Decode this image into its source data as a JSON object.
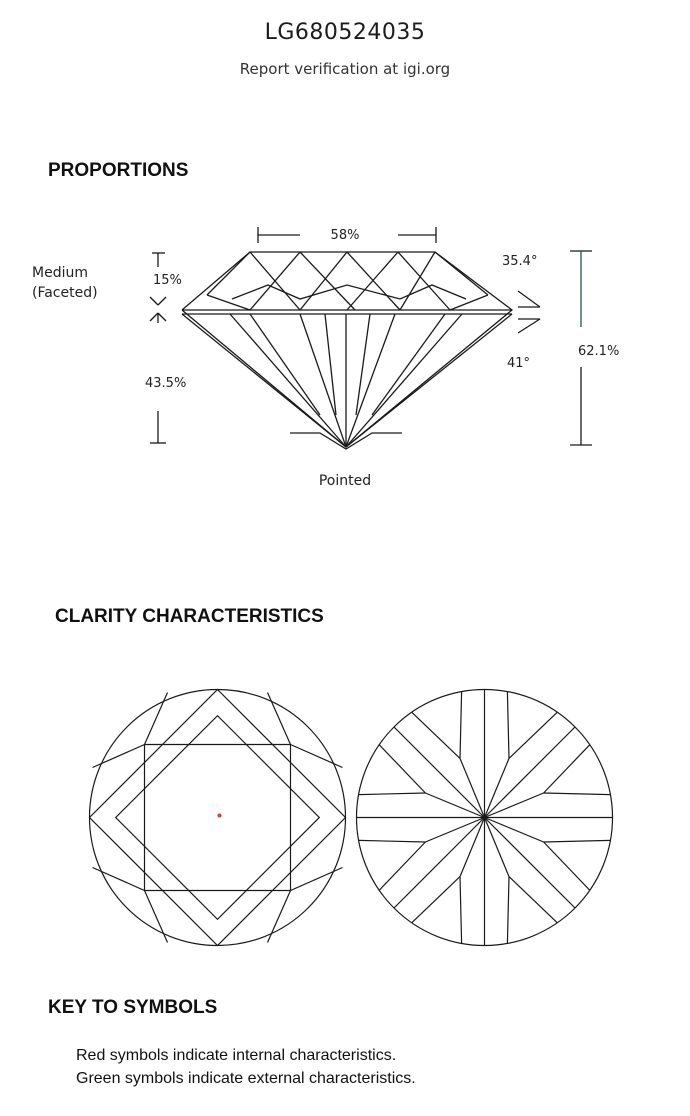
{
  "header": {
    "report_number": "LG680524035",
    "verification": "Report verification at igi.org"
  },
  "proportions": {
    "title": "PROPORTIONS",
    "table_pct": "58%",
    "crown_height": "15%",
    "pavilion_depth": "43.5%",
    "total_depth": "62.1%",
    "crown_angle": "35.4°",
    "pavilion_angle": "41°",
    "girdle_line1": "Medium",
    "girdle_line2": "(Faceted)",
    "culet": "Pointed"
  },
  "clarity": {
    "title": "CLARITY CHARACTERISTICS",
    "marker_color": "#e23b2e"
  },
  "key": {
    "title": "KEY TO SYMBOLS",
    "line1": "Red symbols indicate internal characteristics.",
    "line2": "Green symbols indicate external characteristics."
  }
}
